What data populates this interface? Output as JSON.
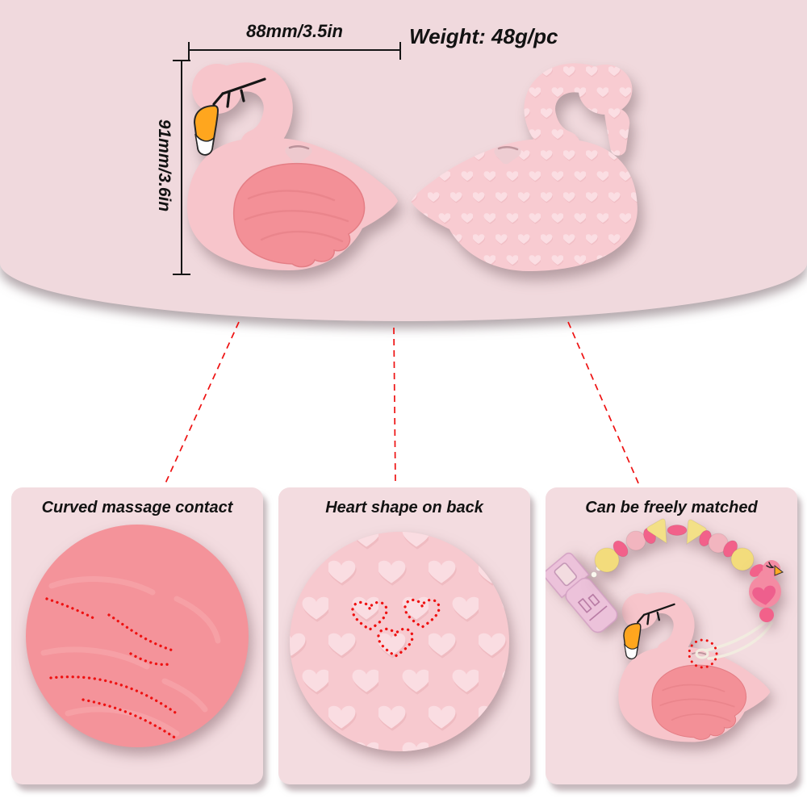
{
  "hero": {
    "width_dimension": "88mm/3.5in",
    "height_dimension": "91mm/3.6in",
    "weight": "Weight: 48g/pc"
  },
  "panels": [
    {
      "title": "Curved massage contact"
    },
    {
      "title": "Heart shape on back"
    },
    {
      "title": "Can be freely matched"
    }
  ],
  "graphics": {
    "front_view": "flamingo-teether-front-view",
    "back_view": "flamingo-teether-back-heart-texture",
    "panel1_zoom": "curved-massage-surface-zoom",
    "panel2_zoom": "heart-texture-zoom",
    "panel3_scene": "teether-with-pacifier-clip-chain"
  },
  "colors": {
    "hero_background": "#f0d9dd",
    "panel_background": "#f3dce0",
    "page_background": "#ffffff",
    "teether_body_pink": "#f7c5cb",
    "teether_wing_coral": "#f39097",
    "back_texture_pink": "#f8cbd1",
    "heart_emboss_pink": "#fadde2",
    "beak_orange": "#ffa61e",
    "annotation_red": "#ee1111",
    "annotation_black": "#151515",
    "bead_yellow": "#f3dc7c",
    "bead_hot_pink": "#f2618a",
    "bead_light_pink": "#f2b5bf",
    "clip_lilac_pink": "#ecc2da"
  }
}
